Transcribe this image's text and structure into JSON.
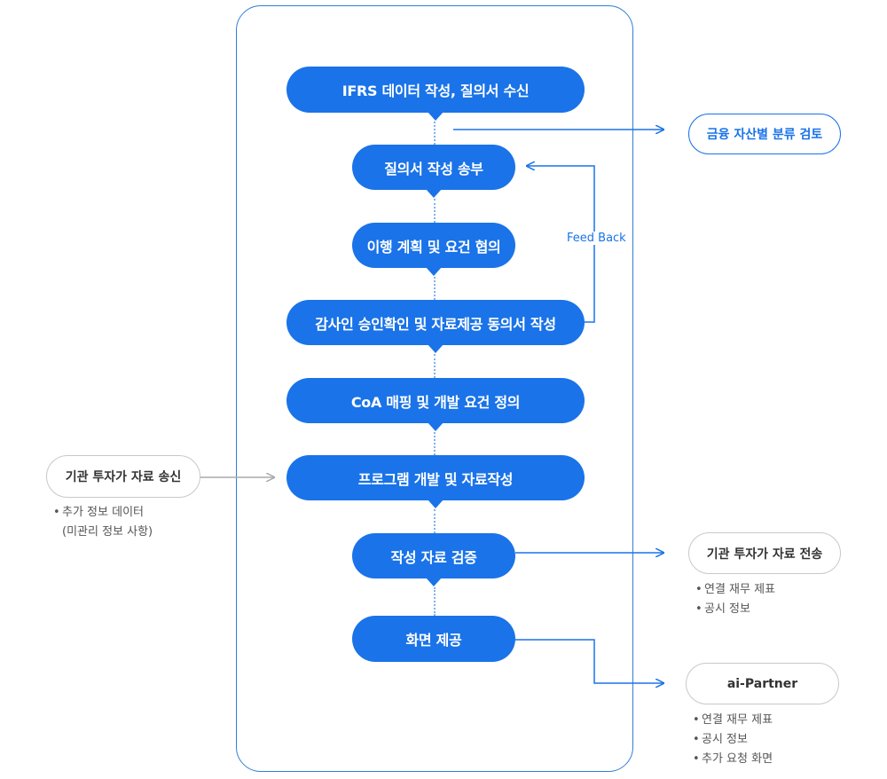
{
  "steps": [
    "IFRS 데이터 작성, 질의서 수신",
    "질의서 작성 송부",
    "이행 계획 및 요건 협의",
    "감사인 승인확인 및 자료제공 동의서 작성",
    "CoA 매핑 및 개발 요건 정의",
    "프로그램 개발 및 자료작성",
    "작성 자료 검증",
    "화면 제공"
  ],
  "feedback_label": "Feed Back",
  "left_source": {
    "title": "기관 투자가 자료 송신",
    "bullets": [
      "추가 정보 데이터",
      "(미관리 정보 사항)"
    ]
  },
  "right_review": {
    "title": "금융 자산별 분류 검토"
  },
  "right_transfer": {
    "title": "기관 투자가 자료 전송",
    "bullets": [
      "연결 재무 제표",
      "공시 정보"
    ]
  },
  "right_partner": {
    "title": "ai-Partner",
    "bullets": [
      "연결 재무 제표",
      "공시 정보",
      "추가 요청 화면"
    ]
  },
  "colors": {
    "primary": "#1a73e8",
    "frame": "#2f7fd6",
    "gray_arrow": "#aaaaaa",
    "text": "#333333"
  }
}
